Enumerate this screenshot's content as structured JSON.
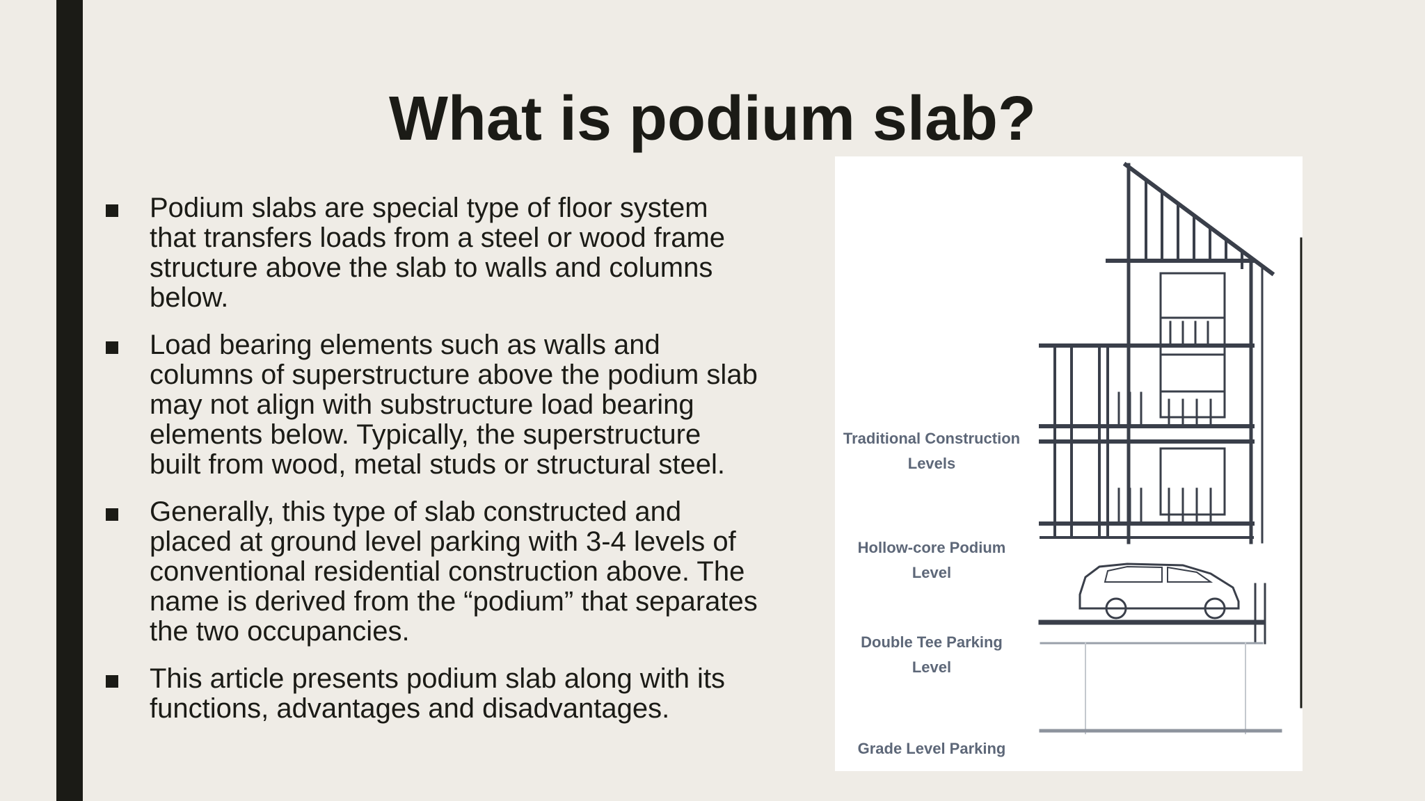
{
  "slide": {
    "title": "What is podium slab?",
    "bullets": [
      "Podium slabs are special type of floor system that transfers loads from a steel or wood frame structure above the slab to walls and columns below.",
      "Load bearing elements such as walls and columns of superstructure above the podium slab may not align with substructure load bearing elements below. Typically, the superstructure built from wood, metal studs or structural steel.",
      "Generally, this type of slab constructed and placed at ground level parking with 3-4 levels of conventional residential construction above. The name is derived from the “podium” that separates the two occupancies.",
      "This article presents podium slab along with its functions, advantages and disadvantages."
    ]
  },
  "figure": {
    "labels": {
      "traditional": "Traditional Construction Levels",
      "hollow_core": "Hollow-core Podium Level",
      "double_tee": "Double Tee Parking Level",
      "grade": "Grade Level Parking"
    },
    "line_color": "#3a3f4a",
    "label_color": "#5d6778"
  }
}
